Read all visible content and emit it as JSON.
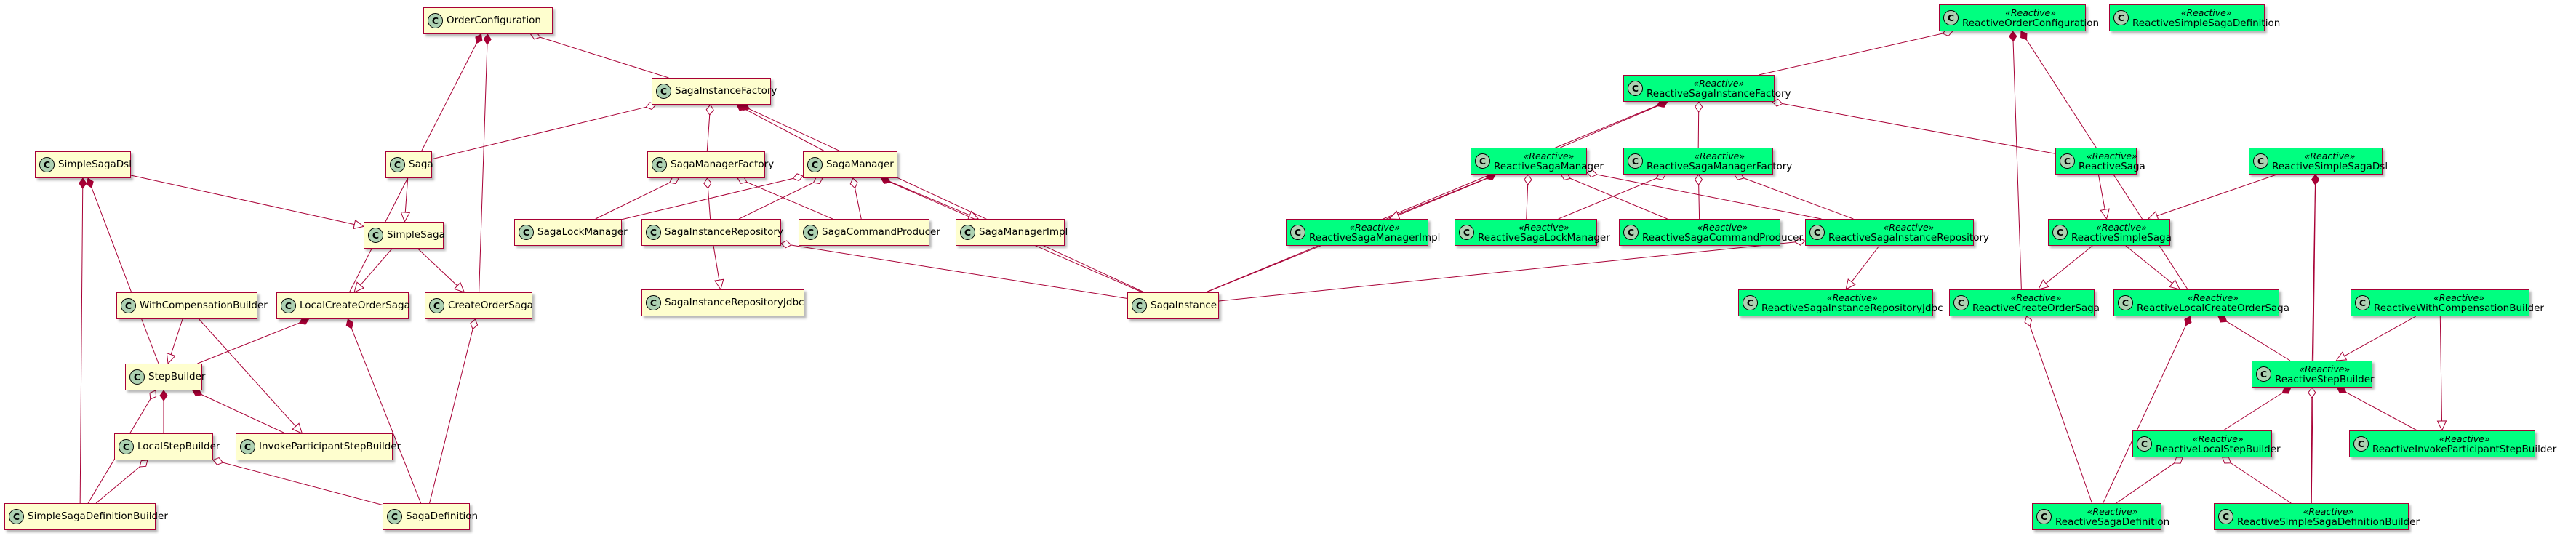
{
  "diagram": {
    "class_icon_letter": "C",
    "colors": {
      "plain_fill": "#fefece",
      "reactive_fill": "#00ff80",
      "border": "#a80036",
      "class_badge": "#add1b2"
    },
    "classes": [
      {
        "id": "OrderConfiguration",
        "name": "OrderConfiguration",
        "stereotype": ""
      },
      {
        "id": "SagaInstanceFactory",
        "name": "SagaInstanceFactory",
        "stereotype": ""
      },
      {
        "id": "SimpleSagaDsl",
        "name": "SimpleSagaDsl",
        "stereotype": ""
      },
      {
        "id": "Saga",
        "name": "Saga",
        "stereotype": ""
      },
      {
        "id": "SagaManagerFactory",
        "name": "SagaManagerFactory",
        "stereotype": ""
      },
      {
        "id": "SagaManager",
        "name": "SagaManager",
        "stereotype": ""
      },
      {
        "id": "SimpleSaga",
        "name": "SimpleSaga",
        "stereotype": ""
      },
      {
        "id": "SagaLockManager",
        "name": "SagaLockManager",
        "stereotype": ""
      },
      {
        "id": "SagaInstanceRepository",
        "name": "SagaInstanceRepository",
        "stereotype": ""
      },
      {
        "id": "SagaCommandProducer",
        "name": "SagaCommandProducer",
        "stereotype": ""
      },
      {
        "id": "SagaManagerImpl",
        "name": "SagaManagerImpl",
        "stereotype": ""
      },
      {
        "id": "WithCompensationBuilder",
        "name": "WithCompensationBuilder",
        "stereotype": ""
      },
      {
        "id": "LocalCreateOrderSaga",
        "name": "LocalCreateOrderSaga",
        "stereotype": ""
      },
      {
        "id": "CreateOrderSaga",
        "name": "CreateOrderSaga",
        "stereotype": ""
      },
      {
        "id": "SagaInstanceRepositoryJdbc",
        "name": "SagaInstanceRepositoryJdbc",
        "stereotype": ""
      },
      {
        "id": "SagaInstance",
        "name": "SagaInstance",
        "stereotype": ""
      },
      {
        "id": "StepBuilder",
        "name": "StepBuilder",
        "stereotype": ""
      },
      {
        "id": "LocalStepBuilder",
        "name": "LocalStepBuilder",
        "stereotype": ""
      },
      {
        "id": "InvokeParticipantStepBuilder",
        "name": "InvokeParticipantStepBuilder",
        "stereotype": ""
      },
      {
        "id": "SimpleSagaDefinitionBuilder",
        "name": "SimpleSagaDefinitionBuilder",
        "stereotype": ""
      },
      {
        "id": "SagaDefinition",
        "name": "SagaDefinition",
        "stereotype": ""
      },
      {
        "id": "ReactiveOrderConfiguration",
        "name": "ReactiveOrderConfiguration",
        "stereotype": "«Reactive»"
      },
      {
        "id": "ReactiveSimpleSagaDefinition",
        "name": "ReactiveSimpleSagaDefinition",
        "stereotype": "«Reactive»"
      },
      {
        "id": "ReactiveSagaInstanceFactory",
        "name": "ReactiveSagaInstanceFactory",
        "stereotype": "«Reactive»"
      },
      {
        "id": "ReactiveSagaManager",
        "name": "ReactiveSagaManager",
        "stereotype": "«Reactive»"
      },
      {
        "id": "ReactiveSagaManagerFactory",
        "name": "ReactiveSagaManagerFactory",
        "stereotype": "«Reactive»"
      },
      {
        "id": "ReactiveSaga",
        "name": "ReactiveSaga",
        "stereotype": "«Reactive»"
      },
      {
        "id": "ReactiveSimpleSagaDsl",
        "name": "ReactiveSimpleSagaDsl",
        "stereotype": "«Reactive»"
      },
      {
        "id": "ReactiveSagaManagerImpl",
        "name": "ReactiveSagaManagerImpl",
        "stereotype": "«Reactive»"
      },
      {
        "id": "ReactiveSagaLockManager",
        "name": "ReactiveSagaLockManager",
        "stereotype": "«Reactive»"
      },
      {
        "id": "ReactiveSagaCommandProducer",
        "name": "ReactiveSagaCommandProducer",
        "stereotype": "«Reactive»"
      },
      {
        "id": "ReactiveSagaInstanceRepository",
        "name": "ReactiveSagaInstanceRepository",
        "stereotype": "«Reactive»"
      },
      {
        "id": "ReactiveSimpleSaga",
        "name": "ReactiveSimpleSaga",
        "stereotype": "«Reactive»"
      },
      {
        "id": "ReactiveCreateOrderSaga",
        "name": "ReactiveCreateOrderSaga",
        "stereotype": "«Reactive»"
      },
      {
        "id": "ReactiveLocalCreateOrderSaga",
        "name": "ReactiveLocalCreateOrderSaga",
        "stereotype": "«Reactive»"
      },
      {
        "id": "ReactiveWithCompensationBuilder",
        "name": "ReactiveWithCompensationBuilder",
        "stereotype": "«Reactive»"
      },
      {
        "id": "ReactiveSagaInstanceRepositoryJdbc",
        "name": "ReactiveSagaInstanceRepositoryJdbc",
        "stereotype": "«Reactive»"
      },
      {
        "id": "ReactiveStepBuilder",
        "name": "ReactiveStepBuilder",
        "stereotype": "«Reactive»"
      },
      {
        "id": "ReactiveLocalStepBuilder",
        "name": "ReactiveLocalStepBuilder",
        "stereotype": "«Reactive»"
      },
      {
        "id": "ReactiveInvokeParticipantStepBuilder",
        "name": "ReactiveInvokeParticipantStepBuilder",
        "stereotype": "«Reactive»"
      },
      {
        "id": "ReactiveSagaDefinition",
        "name": "ReactiveSagaDefinition",
        "stereotype": "«Reactive»"
      },
      {
        "id": "ReactiveSimpleSagaDefinitionBuilder",
        "name": "ReactiveSimpleSagaDefinitionBuilder",
        "stereotype": "«Reactive»"
      }
    ],
    "relations": [
      {
        "from": "OrderConfiguration",
        "to": "SagaInstanceFactory",
        "kind": "aggregation"
      },
      {
        "from": "OrderConfiguration",
        "to": "LocalCreateOrderSaga",
        "kind": "composition"
      },
      {
        "from": "OrderConfiguration",
        "to": "CreateOrderSaga",
        "kind": "composition"
      },
      {
        "from": "SagaInstanceFactory",
        "to": "Saga",
        "kind": "aggregation"
      },
      {
        "from": "SagaInstanceFactory",
        "to": "SagaManagerFactory",
        "kind": "aggregation"
      },
      {
        "from": "SagaInstanceFactory",
        "to": "SagaManager",
        "kind": "composition"
      },
      {
        "from": "SagaInstanceFactory",
        "to": "SagaInstance",
        "kind": "composition"
      },
      {
        "from": "Saga",
        "to": "SimpleSaga",
        "kind": "extension"
      },
      {
        "from": "SimpleSagaDsl",
        "to": "SimpleSaga",
        "kind": "extension"
      },
      {
        "from": "SimpleSagaDsl",
        "to": "StepBuilder",
        "kind": "composition"
      },
      {
        "from": "SimpleSagaDsl",
        "to": "SimpleSagaDefinitionBuilder",
        "kind": "composition"
      },
      {
        "from": "SimpleSaga",
        "to": "LocalCreateOrderSaga",
        "kind": "extension"
      },
      {
        "from": "SimpleSaga",
        "to": "CreateOrderSaga",
        "kind": "extension"
      },
      {
        "from": "SagaManagerFactory",
        "to": "SagaLockManager",
        "kind": "aggregation"
      },
      {
        "from": "SagaManagerFactory",
        "to": "SagaInstanceRepository",
        "kind": "aggregation"
      },
      {
        "from": "SagaManagerFactory",
        "to": "SagaCommandProducer",
        "kind": "aggregation"
      },
      {
        "from": "SagaManager",
        "to": "SagaLockManager",
        "kind": "aggregation"
      },
      {
        "from": "SagaManager",
        "to": "SagaInstanceRepository",
        "kind": "aggregation"
      },
      {
        "from": "SagaManager",
        "to": "SagaCommandProducer",
        "kind": "aggregation"
      },
      {
        "from": "SagaManager",
        "to": "SagaManagerImpl",
        "kind": "extension"
      },
      {
        "from": "SagaManager",
        "to": "SagaInstance",
        "kind": "composition"
      },
      {
        "from": "SagaInstanceRepository",
        "to": "SagaInstanceRepositoryJdbc",
        "kind": "extension"
      },
      {
        "from": "SagaInstanceRepository",
        "to": "SagaInstance",
        "kind": "aggregation"
      },
      {
        "from": "WithCompensationBuilder",
        "to": "StepBuilder",
        "kind": "extension"
      },
      {
        "from": "WithCompensationBuilder",
        "to": "InvokeParticipantStepBuilder",
        "kind": "extension"
      },
      {
        "from": "LocalCreateOrderSaga",
        "to": "StepBuilder",
        "kind": "composition"
      },
      {
        "from": "LocalCreateOrderSaga",
        "to": "SagaDefinition",
        "kind": "composition"
      },
      {
        "from": "CreateOrderSaga",
        "to": "SagaDefinition",
        "kind": "aggregation"
      },
      {
        "from": "StepBuilder",
        "to": "LocalStepBuilder",
        "kind": "composition"
      },
      {
        "from": "StepBuilder",
        "to": "InvokeParticipantStepBuilder",
        "kind": "composition"
      },
      {
        "from": "StepBuilder",
        "to": "SimpleSagaDefinitionBuilder",
        "kind": "aggregation"
      },
      {
        "from": "LocalStepBuilder",
        "to": "SimpleSagaDefinitionBuilder",
        "kind": "aggregation"
      },
      {
        "from": "LocalStepBuilder",
        "to": "SagaDefinition",
        "kind": "aggregation"
      },
      {
        "from": "ReactiveOrderConfiguration",
        "to": "ReactiveSagaInstanceFactory",
        "kind": "aggregation"
      },
      {
        "from": "ReactiveOrderConfiguration",
        "to": "ReactiveCreateOrderSaga",
        "kind": "composition"
      },
      {
        "from": "ReactiveOrderConfiguration",
        "to": "ReactiveLocalCreateOrderSaga",
        "kind": "composition"
      },
      {
        "from": "ReactiveSagaInstanceFactory",
        "to": "ReactiveSagaManager",
        "kind": "composition"
      },
      {
        "from": "ReactiveSagaInstanceFactory",
        "to": "ReactiveSagaManagerFactory",
        "kind": "aggregation"
      },
      {
        "from": "ReactiveSagaInstanceFactory",
        "to": "ReactiveSaga",
        "kind": "aggregation"
      },
      {
        "from": "ReactiveSagaInstanceFactory",
        "to": "SagaInstance",
        "kind": "composition"
      },
      {
        "from": "ReactiveSagaManager",
        "to": "SagaInstance",
        "kind": "composition"
      },
      {
        "from": "ReactiveSagaManager",
        "to": "ReactiveSagaManagerImpl",
        "kind": "extension"
      },
      {
        "from": "ReactiveSagaManager",
        "to": "ReactiveSagaLockManager",
        "kind": "aggregation"
      },
      {
        "from": "ReactiveSagaManager",
        "to": "ReactiveSagaCommandProducer",
        "kind": "aggregation"
      },
      {
        "from": "ReactiveSagaManager",
        "to": "ReactiveSagaInstanceRepository",
        "kind": "aggregation"
      },
      {
        "from": "ReactiveSagaManagerFactory",
        "to": "ReactiveSagaLockManager",
        "kind": "aggregation"
      },
      {
        "from": "ReactiveSagaManagerFactory",
        "to": "ReactiveSagaCommandProducer",
        "kind": "aggregation"
      },
      {
        "from": "ReactiveSagaManagerFactory",
        "to": "ReactiveSagaInstanceRepository",
        "kind": "aggregation"
      },
      {
        "from": "ReactiveSagaInstanceRepository",
        "to": "SagaInstance",
        "kind": "aggregation"
      },
      {
        "from": "ReactiveSagaInstanceRepository",
        "to": "ReactiveSagaInstanceRepositoryJdbc",
        "kind": "extension"
      },
      {
        "from": "ReactiveSaga",
        "to": "ReactiveSimpleSaga",
        "kind": "extension"
      },
      {
        "from": "ReactiveSimpleSagaDsl",
        "to": "ReactiveSimpleSaga",
        "kind": "extension"
      },
      {
        "from": "ReactiveSimpleSagaDsl",
        "to": "ReactiveStepBuilder",
        "kind": "composition"
      },
      {
        "from": "ReactiveSimpleSagaDsl",
        "to": "ReactiveSimpleSagaDefinitionBuilder",
        "kind": "composition"
      },
      {
        "from": "ReactiveSimpleSaga",
        "to": "ReactiveCreateOrderSaga",
        "kind": "extension"
      },
      {
        "from": "ReactiveSimpleSaga",
        "to": "ReactiveLocalCreateOrderSaga",
        "kind": "extension"
      },
      {
        "from": "ReactiveCreateOrderSaga",
        "to": "ReactiveSagaDefinition",
        "kind": "aggregation"
      },
      {
        "from": "ReactiveLocalCreateOrderSaga",
        "to": "ReactiveSagaDefinition",
        "kind": "composition"
      },
      {
        "from": "ReactiveLocalCreateOrderSaga",
        "to": "ReactiveStepBuilder",
        "kind": "composition"
      },
      {
        "from": "ReactiveWithCompensationBuilder",
        "to": "ReactiveStepBuilder",
        "kind": "extension"
      },
      {
        "from": "ReactiveWithCompensationBuilder",
        "to": "ReactiveInvokeParticipantStepBuilder",
        "kind": "extension"
      },
      {
        "from": "ReactiveStepBuilder",
        "to": "ReactiveLocalStepBuilder",
        "kind": "composition"
      },
      {
        "from": "ReactiveStepBuilder",
        "to": "ReactiveInvokeParticipantStepBuilder",
        "kind": "composition"
      },
      {
        "from": "ReactiveStepBuilder",
        "to": "ReactiveSimpleSagaDefinitionBuilder",
        "kind": "aggregation"
      },
      {
        "from": "ReactiveLocalStepBuilder",
        "to": "ReactiveSagaDefinition",
        "kind": "aggregation"
      },
      {
        "from": "ReactiveLocalStepBuilder",
        "to": "ReactiveSimpleSagaDefinitionBuilder",
        "kind": "aggregation"
      }
    ]
  }
}
